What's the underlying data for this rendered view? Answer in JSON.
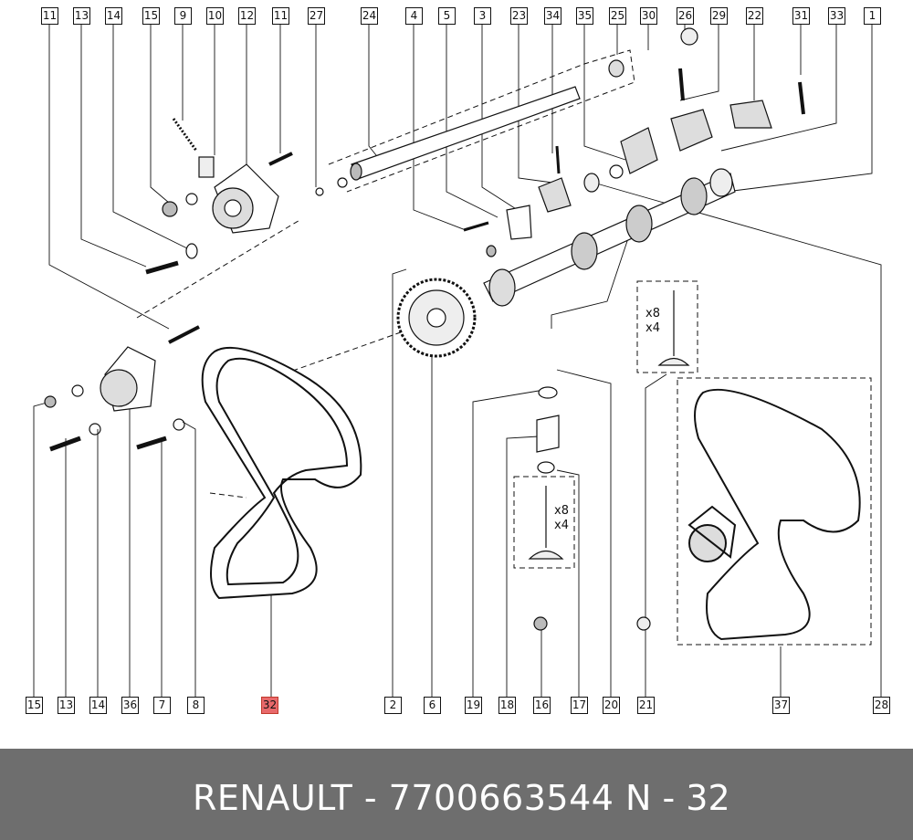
{
  "callouts_top": [
    "11",
    "13",
    "14",
    "15",
    "9",
    "10",
    "12",
    "11",
    "27",
    "24",
    "4",
    "5",
    "3",
    "23",
    "34",
    "35",
    "25",
    "30",
    "26",
    "29",
    "22",
    "31",
    "33",
    "1"
  ],
  "callouts_bottom": [
    "15",
    "13",
    "14",
    "36",
    "7",
    "8",
    "32",
    "2",
    "6",
    "19",
    "18",
    "16",
    "17",
    "20",
    "21",
    "37",
    "28"
  ],
  "highlighted_part": "32",
  "multipliers": {
    "box_a_line1": "x8",
    "box_a_line2": "x4",
    "box_b_line1": "x8",
    "box_b_line2": "x4"
  },
  "footer": {
    "brand_part": "RENAULT - 7700663544",
    "ref": "N - 32"
  },
  "colors": {
    "footer_bg": "#6e6e6e",
    "highlight": "#e8696b",
    "line": "#111111"
  }
}
